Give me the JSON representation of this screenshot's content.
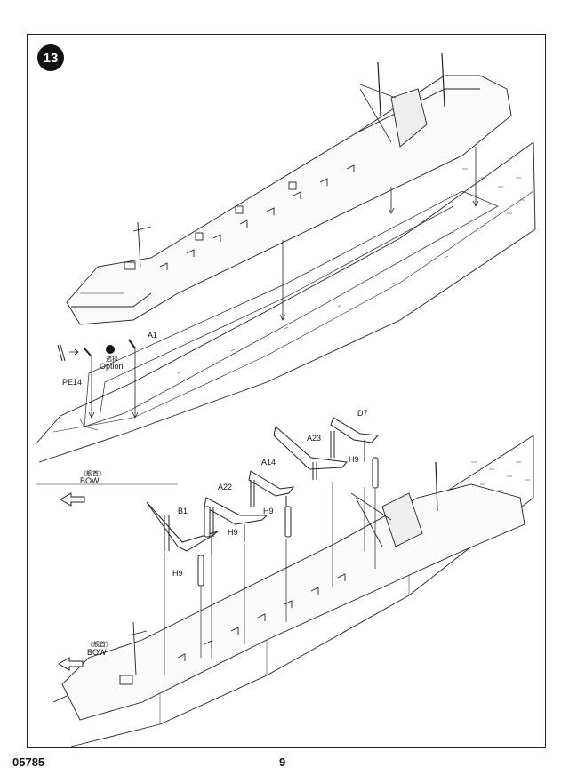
{
  "step_number": "13",
  "labels": {
    "a1": "A1",
    "pe14": "PE14",
    "option_cn": "选择",
    "option_en": "Option",
    "bow_cn": "《舰首》",
    "bow_en": "BOW",
    "d7": "D7",
    "a23": "A23",
    "h9": "H9",
    "a14": "A14",
    "a22": "A22",
    "b1": "B1"
  },
  "footer": {
    "code": "05785",
    "page": "9"
  }
}
